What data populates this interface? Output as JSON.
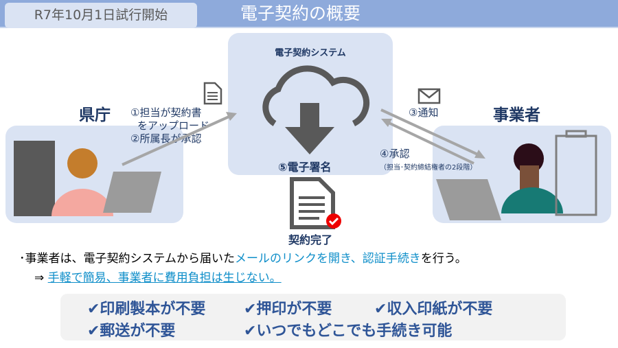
{
  "header": {
    "badge": "R7年10月1日試行開始",
    "title": "電子契約の概要"
  },
  "system": {
    "title": "電子契約システム",
    "sign": "⑤電子署名",
    "complete": "契約完了"
  },
  "prefecture": {
    "label": "県庁",
    "step1a": "①担当が契約書",
    "step1b": "をアップロード",
    "step2": "②所属長が承認"
  },
  "business": {
    "label": "事業者",
    "step3": "③通知",
    "step4": "④承認",
    "step4_note": "（担当･契約締結権者の2段階）"
  },
  "notes": {
    "line1_a": "･事業者は、電子契約システムから届いた",
    "line1_b": "メールのリンクを開き、認証手続き",
    "line1_c": "を行う。",
    "line2_arrow": "⇒",
    "line2": "手軽で簡易、事業者に費用負担は生じない。"
  },
  "benefits": [
    "✔印刷製本が不要",
    "✔押印が不要",
    "✔収入印紙が不要",
    "✔郵送が不要",
    "✔いつでもどこでも手続き可能"
  ],
  "colors": {
    "header": "#8eaadb",
    "panel": "#dae3f3",
    "navy": "#1f3864",
    "link": "#0e8ec9"
  }
}
